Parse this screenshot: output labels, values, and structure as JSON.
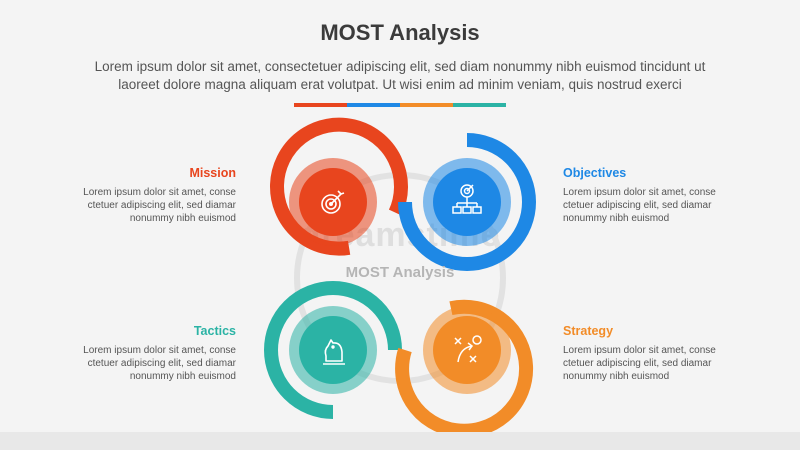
{
  "header": {
    "title": "MOST Analysis",
    "subtitle_line1": "Lorem ipsum dolor sit amet, consectetuer adipiscing elit, sed diam nonummy nibh euismod tincidunt ut",
    "subtitle_line2": "laoreet dolore magna aliquam erat volutpat. Ut wisi enim ad minim veniam, quis nostrud exerci"
  },
  "center_label": "MOST Analysis",
  "watermark": "dreamstime",
  "colors": {
    "mission": "#e8451e",
    "objectives": "#1e88e5",
    "tactics": "#2bb3a5",
    "strategy": "#f28c28"
  },
  "items": [
    {
      "key": "mission",
      "label": "Mission",
      "desc_lines": [
        "Lorem ipsum dolor sit amet, conse",
        "ctetuer adipiscing elit, sed diamar",
        "nonummy nibh euismod"
      ],
      "icon": "target-icon"
    },
    {
      "key": "objectives",
      "label": "Objectives",
      "desc_lines": [
        "Lorem ipsum dolor sit amet, conse",
        "ctetuer adipiscing elit, sed diamar",
        "nonummy nibh euismod"
      ],
      "icon": "target-hierarchy-icon"
    },
    {
      "key": "tactics",
      "label": "Tactics",
      "desc_lines": [
        "Lorem ipsum dolor sit amet, conse",
        "ctetuer adipiscing elit, sed diamar",
        "nonummy nibh euismod"
      ],
      "icon": "chess-knight-icon"
    },
    {
      "key": "strategy",
      "label": "Strategy",
      "desc_lines": [
        "Lorem ipsum dolor sit amet, conse",
        "ctetuer adipiscing elit, sed diamar",
        "nonummy nibh euismod"
      ],
      "icon": "strategy-play-icon"
    }
  ]
}
